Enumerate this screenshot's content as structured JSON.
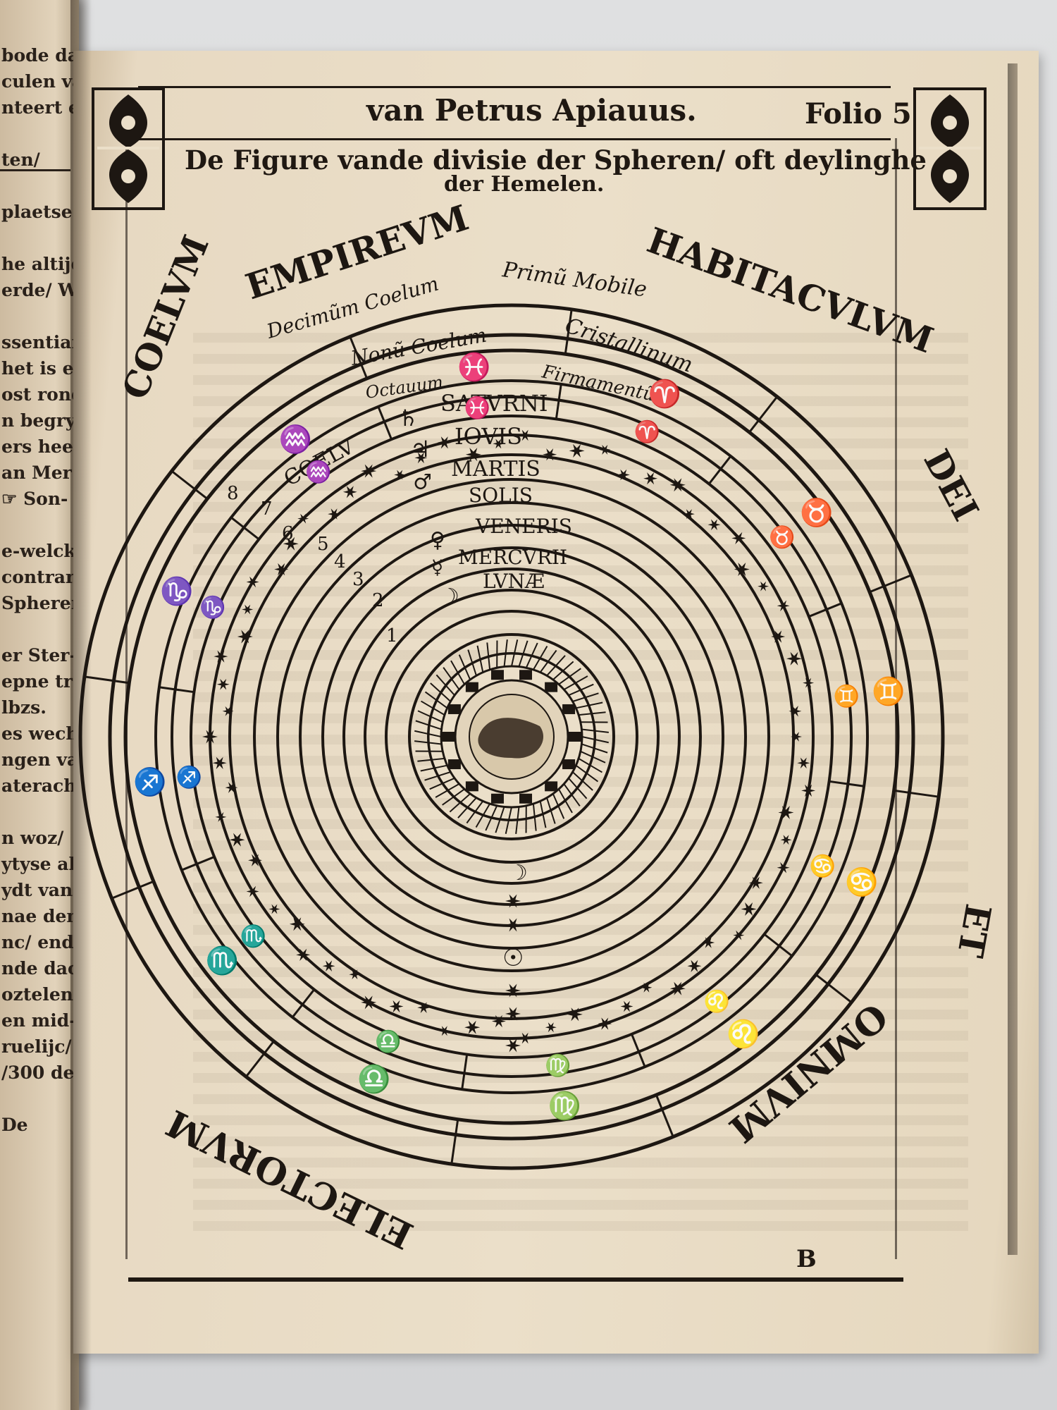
{
  "photo": {
    "subject": "Open book page with woodcut of celestial spheres",
    "colors": {
      "ink": "#1d1712",
      "paper": "#ebdfc9",
      "background": "#d9dadb"
    }
  },
  "left_page": {
    "lines": [
      "bode dat h",
      "culen van",
      "nteert erd",
      "",
      "ten/",
      "",
      "plaetse de",
      "",
      "he altijd",
      "erde/ Wo",
      "",
      "ssentiam",
      "het is ee",
      "ost rond",
      "n begryp",
      "ers heef",
      "an Mer",
      "☞ Son-",
      "",
      "e-welcke",
      "contrari",
      "Spheren",
      "",
      "er Ster-",
      "epne tr-",
      "lbzs.",
      "es wech",
      "ngen van",
      "aterach",
      "",
      "n woz/",
      "ytyse al",
      "ydt van",
      "nae den",
      "nc/ ende",
      "nde dac",
      "oztelen",
      "en mid-",
      "ruelijc/",
      "/300 de",
      "",
      "De"
    ]
  },
  "header": {
    "title": "van Petrus Apiauus.",
    "folio": "Folio 5"
  },
  "caption": {
    "line1": "De Figure vande divisie der Spheren/ oft deylinghe",
    "line2": "der Hemelen."
  },
  "outer_ring": {
    "words": [
      "EMPIREVM",
      "HABITACVLVM",
      "DEI",
      "ET",
      "OMNIVM",
      "ELECTORVM",
      "COELVM"
    ]
  },
  "spheres": {
    "decimum": "Decimũm Coelum",
    "primum_mobile": "Primũ Mobile",
    "nonum": "Nonũ Coelum",
    "crystallinum": "Cristallinum",
    "octavum": "Octauum",
    "firmamentum": "Firmamentũ",
    "coelum": "COELV",
    "saturni": "SATVRNI",
    "iovis": "IOVIS",
    "martis": "MARTIS",
    "solis": "SOLIS",
    "veneris": "VENERIS",
    "mercurii": "MERCVRII",
    "lunae": "LVNÆ"
  },
  "planet_symbols": {
    "saturn": "♄",
    "jupiter": "♃",
    "mars": "♂",
    "sun": "☉",
    "venus": "♀",
    "mercury": "☿",
    "moon": "☽"
  },
  "zodiac_symbols": [
    "♈",
    "♉",
    "♊",
    "♋",
    "♌",
    "♍",
    "♎",
    "♏",
    "♐",
    "♑",
    "♒",
    "♓"
  ],
  "sphere_numbers": [
    "1",
    "2",
    "3",
    "4",
    "5",
    "6",
    "7",
    "8"
  ],
  "signature_mark": "B"
}
